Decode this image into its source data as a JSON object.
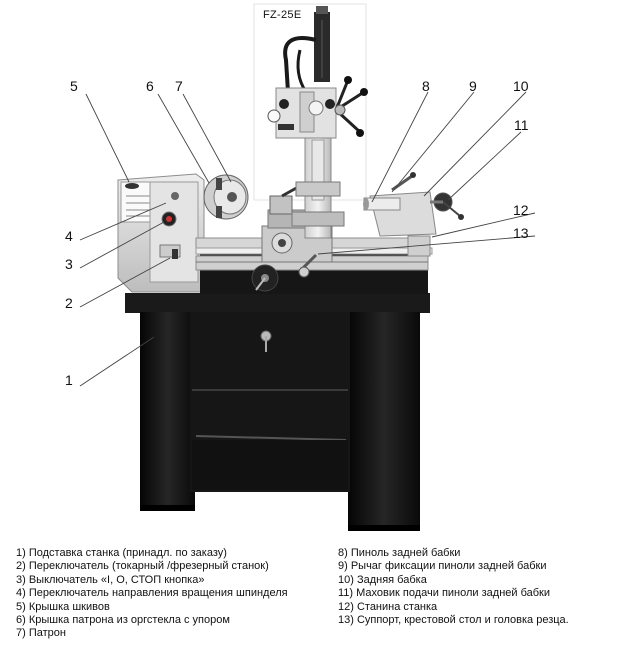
{
  "figure": {
    "title": "FZ-25E"
  },
  "callouts": [
    "1",
    "2",
    "3",
    "4",
    "5",
    "6",
    "7",
    "8",
    "9",
    "10",
    "11",
    "12",
    "13"
  ],
  "legend": {
    "left": [
      "1) Подставка станка (принадл. по заказу)",
      "2) Переключатель (токарный /фрезерный станок)",
      "3) Выключатель «I, O, СТОП кнопка»",
      "4) Переключатель направления вращения шпинделя",
      "5) Крышка шкивов",
      "6) Крышка патрона из оргстекла с упором",
      "7) Патрон"
    ],
    "right": [
      "8) Пиноль задней бабки",
      "9) Рычаг фиксации пиноли задней бабки",
      "10) Задняя бабка",
      "11) Маховик подачи пиноли задней бабки",
      "12) Станина станка",
      "13) Суппорт, крестовой стол и головка резца."
    ]
  },
  "colors": {
    "machine_body": "#d9d9d9",
    "stand": "#141414",
    "leader_line": "#444444"
  }
}
